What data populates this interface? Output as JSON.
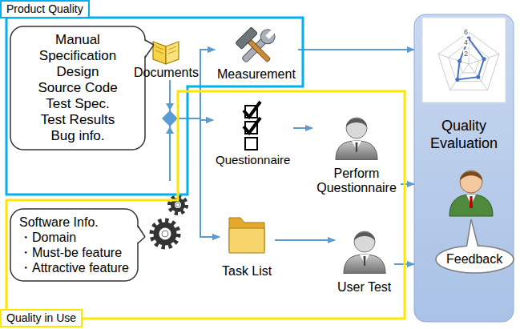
{
  "diagram": {
    "nodes": [
      {
        "text": [
          "Product Quality"
        ]
      },
      {
        "text": [
          "Manual",
          "Specification",
          "Design",
          "Source Code",
          "Test Spec.",
          "Test Results",
          "Bug info."
        ],
        "in": 0
      },
      {
        "text": [
          "Documents"
        ],
        "in": 0
      },
      {
        "text": [
          "Measurement"
        ],
        "in": 0
      },
      {
        "text": [
          "Quality in Use"
        ]
      },
      {
        "text": [
          "Questionnaire"
        ],
        "in": 4
      },
      {
        "text": [
          "Perform Questionnaire"
        ],
        "in": 4
      },
      {
        "text": [
          "Software Info.",
          "・Domain",
          "・Must-be feature",
          "・Attractive feature"
        ],
        "in": 4
      },
      {
        "text": [
          "Task List"
        ],
        "in": 4
      },
      {
        "text": [
          "User Test"
        ],
        "in": 4
      },
      {
        "text": [
          "Quality Evaluation"
        ]
      },
      {
        "text": [
          "Feedback"
        ],
        "in": 10
      }
    ],
    "edges": [
      {
        "from": 2,
        "to": 3,
        "arrow": "to"
      },
      {
        "from": 2,
        "to": 5,
        "arrow": "to"
      },
      {
        "from": 2,
        "to": 8,
        "arrow": "to"
      },
      {
        "from": 7,
        "to": 3,
        "arrow": "to"
      },
      {
        "from": 7,
        "to": 5,
        "arrow": "to"
      },
      {
        "from": 7,
        "to": 8,
        "arrow": "to"
      },
      {
        "from": 3,
        "to": 10,
        "arrow": "to"
      },
      {
        "from": 5,
        "to": 6,
        "arrow": "to"
      },
      {
        "from": 6,
        "to": 10,
        "arrow": "to"
      },
      {
        "from": 8,
        "to": 9,
        "arrow": "to"
      },
      {
        "from": 9,
        "to": 10,
        "arrow": "to"
      }
    ],
    "labels": [
      "6",
      "4",
      "2"
    ]
  }
}
